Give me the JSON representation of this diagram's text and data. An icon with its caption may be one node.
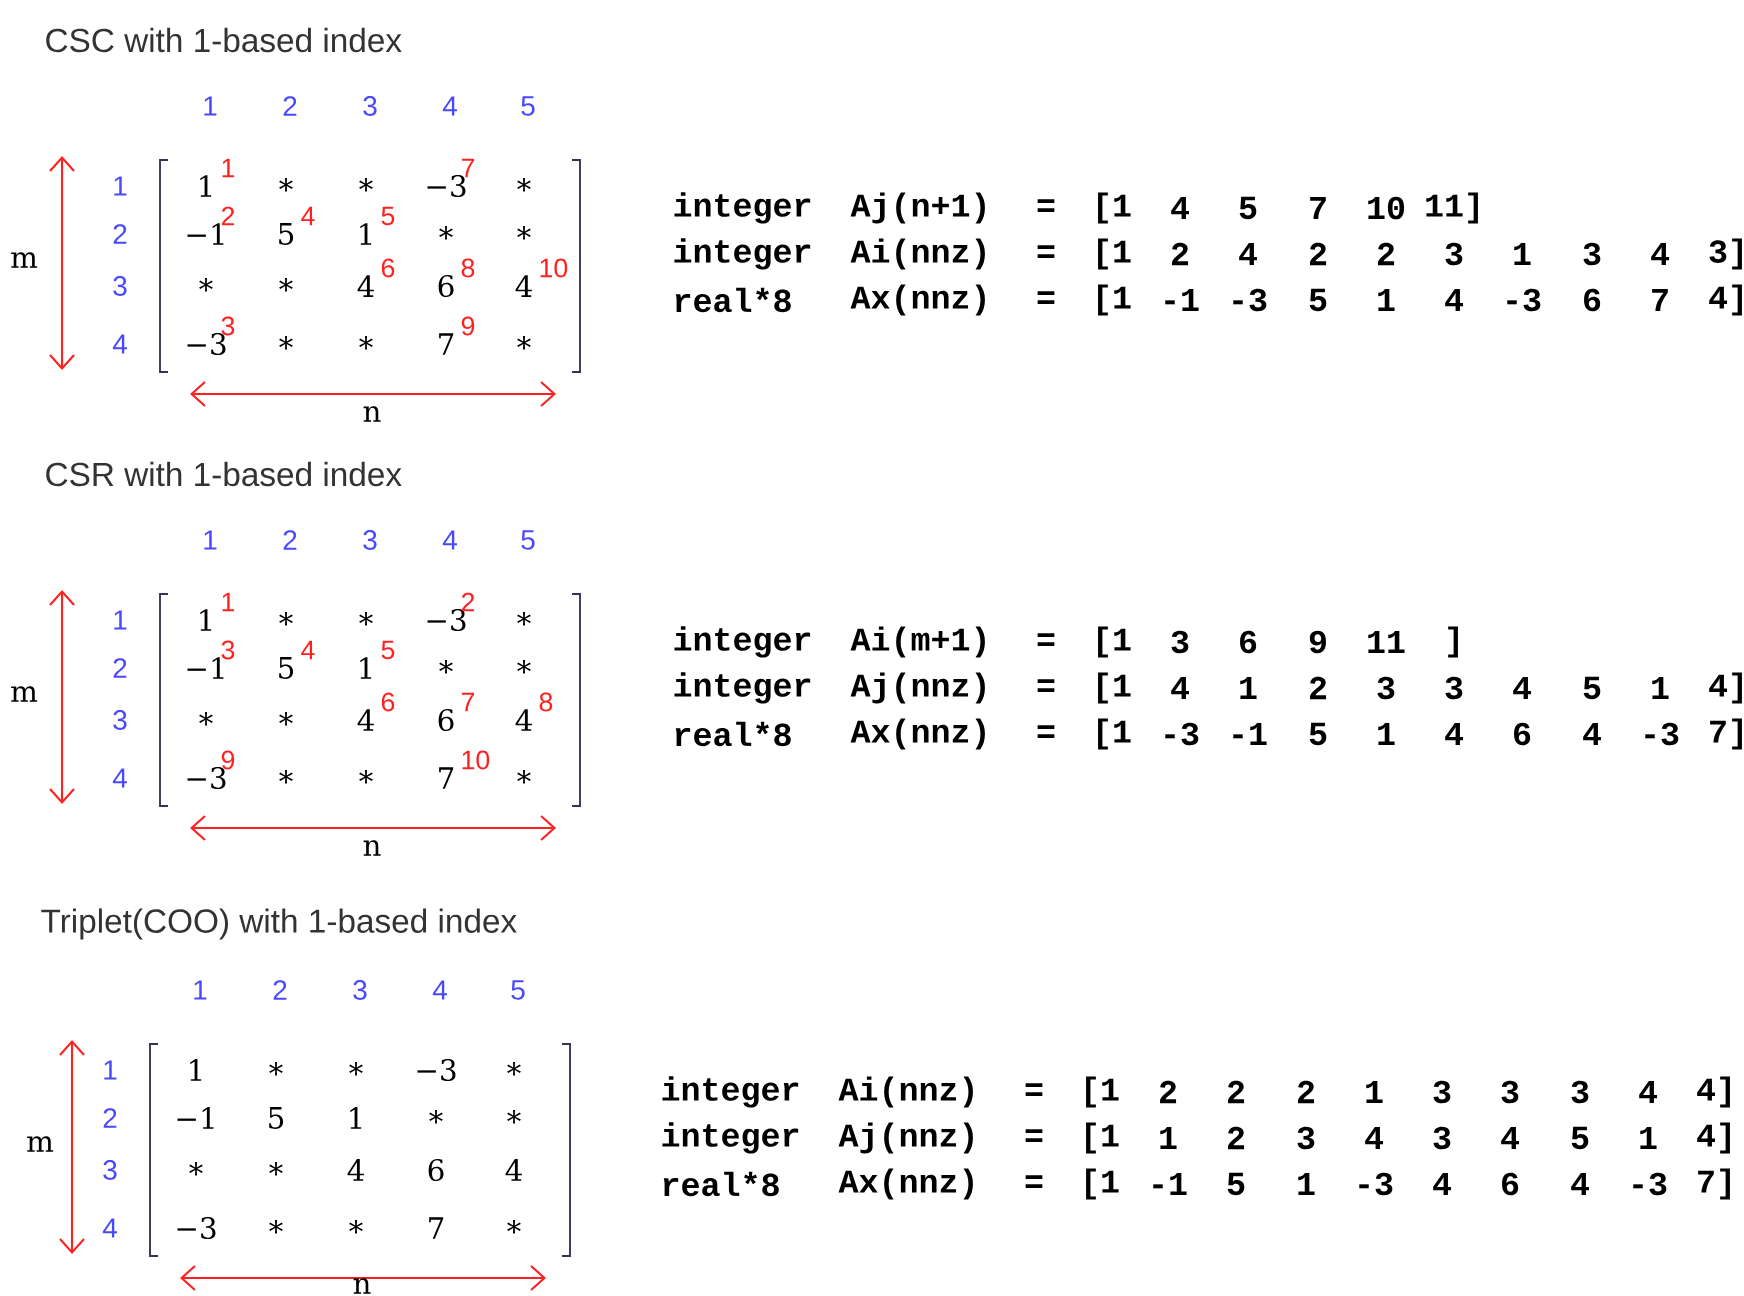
{
  "diagram": {
    "labels": [
      "CSC with 1-based index",
      "1",
      "2",
      "3",
      "4",
      "5",
      "1",
      "2",
      "3",
      "4",
      "m",
      "1",
      "∗",
      "∗",
      "−3",
      "∗",
      "−1",
      "5",
      "1",
      "∗",
      "∗",
      "∗",
      "∗",
      "4",
      "6",
      "4",
      "−3",
      "∗",
      "∗",
      "7",
      "∗",
      "1",
      "2",
      "3",
      "4",
      "5",
      "6",
      "7",
      "8",
      "9",
      "10",
      "n",
      "integer",
      "Aj(n+1)",
      "=",
      "[1",
      "4",
      "5",
      "7",
      "10",
      "11]",
      "integer",
      "Ai(nnz)",
      "=",
      "[1",
      "2",
      "4",
      "2",
      "2",
      "3",
      "1",
      "3",
      "4",
      "3]",
      "real*8",
      "Ax(nnz)",
      "=",
      "[1",
      "-1",
      "-3",
      "5",
      "1",
      "4",
      "-3",
      "6",
      "7",
      "4]",
      "CSR with 1-based index",
      "1",
      "2",
      "3",
      "4",
      "5",
      "1",
      "2",
      "3",
      "4",
      "m",
      "1",
      "∗",
      "∗",
      "−3",
      "∗",
      "−1",
      "5",
      "1",
      "∗",
      "∗",
      "∗",
      "∗",
      "4",
      "6",
      "4",
      "−3",
      "∗",
      "∗",
      "7",
      "∗",
      "1",
      "2",
      "3",
      "4",
      "5",
      "6",
      "7",
      "8",
      "9",
      "10",
      "n",
      "integer",
      "Ai(m+1)",
      "=",
      "[1",
      "3",
      "6",
      "9",
      "11",
      "]",
      "integer",
      "Aj(nnz)",
      "=",
      "[1",
      "4",
      "1",
      "2",
      "3",
      "3",
      "4",
      "5",
      "1",
      "4]",
      "real*8",
      "Ax(nnz)",
      "=",
      "[1",
      "-3",
      "-1",
      "5",
      "1",
      "4",
      "6",
      "4",
      "-3",
      "7]",
      "Triplet(COO) with 1-based index",
      "1",
      "2",
      "3",
      "4",
      "5",
      "1",
      "2",
      "3",
      "4",
      "m",
      "1",
      "∗",
      "∗",
      "−3",
      "∗",
      "−1",
      "5",
      "1",
      "∗",
      "∗",
      "∗",
      "∗",
      "4",
      "6",
      "4",
      "−3",
      "∗",
      "∗",
      "7",
      "∗",
      "n",
      "integer",
      "Ai(nnz)",
      "=",
      "[1",
      "2",
      "2",
      "2",
      "1",
      "3",
      "3",
      "3",
      "4",
      "4]",
      "integer",
      "Aj(nnz)",
      "=",
      "[1",
      "1",
      "2",
      "3",
      "4",
      "3",
      "4",
      "5",
      "1",
      "4]",
      "real*8",
      "Ax(nnz)",
      "=",
      "[1",
      "-1",
      "5",
      "1",
      "-3",
      "4",
      "6",
      "4",
      "-3",
      "7]"
    ]
  }
}
